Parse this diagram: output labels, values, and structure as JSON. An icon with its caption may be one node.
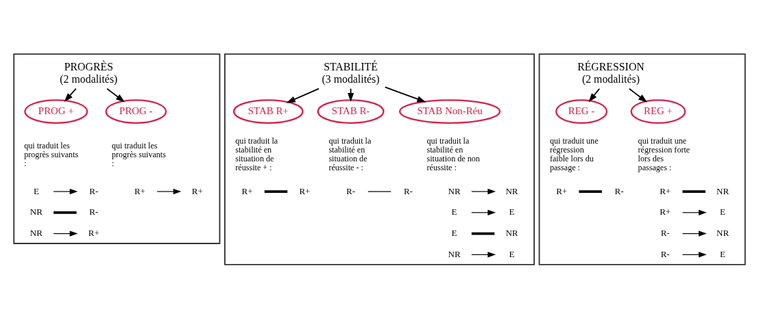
{
  "diagram": {
    "nodes": [
      {
        "text": [],
        "shape": "box"
      },
      {
        "text": [
          "PROGRÈS",
          "(2 modalités)"
        ],
        "in": 0
      },
      {
        "text": [
          "PROG +"
        ],
        "in": 0,
        "beside": [
          "qui traduit les progrès suivants :"
        ]
      },
      {
        "text": [
          "E"
        ],
        "in": 0
      },
      {
        "text": [
          "R-"
        ],
        "in": 0
      },
      {
        "text": [
          "NR"
        ],
        "in": 0
      },
      {
        "text": [
          "R-"
        ],
        "in": 0
      },
      {
        "text": [
          "NR"
        ],
        "in": 0
      },
      {
        "text": [
          "R+"
        ],
        "in": 0
      },
      {
        "text": [
          "PROG -"
        ],
        "in": 0,
        "beside": [
          "qui traduit les progrès suivants :"
        ]
      },
      {
        "text": [
          "R+"
        ],
        "in": 0
      },
      {
        "text": [
          "R+"
        ],
        "in": 0
      },
      {
        "text": [],
        "shape": "box"
      },
      {
        "text": [
          "STABILITÉ",
          "(3 modalités)"
        ],
        "in": 12
      },
      {
        "text": [
          "STAB R+"
        ],
        "in": 12,
        "beside": [
          "qui traduit la stabilité en situation de réussite + :"
        ]
      },
      {
        "text": [
          "R+"
        ],
        "in": 12
      },
      {
        "text": [
          "R+"
        ],
        "in": 12
      },
      {
        "text": [
          "STAB R-"
        ],
        "in": 12,
        "beside": [
          "qui traduit la stabilité en situation de réussite - :"
        ]
      },
      {
        "text": [
          "R-"
        ],
        "in": 12
      },
      {
        "text": [
          "R-"
        ],
        "in": 12
      },
      {
        "text": [
          "STAB Non-Réu"
        ],
        "in": 12,
        "beside": [
          "qui traduit la stabilité en situation de non réussite :"
        ]
      },
      {
        "text": [
          "NR"
        ],
        "in": 12
      },
      {
        "text": [
          "NR"
        ],
        "in": 12
      },
      {
        "text": [
          "E"
        ],
        "in": 12
      },
      {
        "text": [
          "E"
        ],
        "in": 12
      },
      {
        "text": [
          "E"
        ],
        "in": 12
      },
      {
        "text": [
          "NR"
        ],
        "in": 12
      },
      {
        "text": [
          "NR"
        ],
        "in": 12
      },
      {
        "text": [
          "E"
        ],
        "in": 12
      },
      {
        "text": [],
        "shape": "box"
      },
      {
        "text": [
          "RÉGRESSION",
          "(2 modalités)"
        ],
        "in": 29
      },
      {
        "text": [
          "REG -"
        ],
        "in": 29,
        "beside": [
          "qui traduit une régression faible lors du passage :"
        ]
      },
      {
        "text": [
          "R+"
        ],
        "in": 29
      },
      {
        "text": [
          "R-"
        ],
        "in": 29
      },
      {
        "text": [
          "REG +"
        ],
        "in": 29,
        "beside": [
          "qui traduit une régression forte lors des passages :"
        ]
      },
      {
        "text": [
          "R+"
        ],
        "in": 29
      },
      {
        "text": [
          "NR"
        ],
        "in": 29
      },
      {
        "text": [
          "R+"
        ],
        "in": 29
      },
      {
        "text": [
          "E"
        ],
        "in": 29
      },
      {
        "text": [
          "R-"
        ],
        "in": 29
      },
      {
        "text": [
          "NR"
        ],
        "in": 29
      },
      {
        "text": [
          "R-"
        ],
        "in": 29
      },
      {
        "text": [
          "E"
        ],
        "in": 29
      }
    ],
    "edges": [
      {
        "from": 1,
        "to": 2,
        "arrow": "to"
      },
      {
        "from": 1,
        "to": 9,
        "arrow": "to"
      },
      {
        "from": 3,
        "to": 4,
        "arrow": "to"
      },
      {
        "from": 5,
        "to": 6,
        "arrow": "none",
        "style": "thick"
      },
      {
        "from": 7,
        "to": 8,
        "arrow": "to"
      },
      {
        "from": 10,
        "to": 11,
        "arrow": "to"
      },
      {
        "from": 13,
        "to": 14,
        "arrow": "to"
      },
      {
        "from": 13,
        "to": 17,
        "arrow": "to"
      },
      {
        "from": 13,
        "to": 20,
        "arrow": "to"
      },
      {
        "from": 15,
        "to": 16,
        "arrow": "none",
        "style": "thick"
      },
      {
        "from": 18,
        "to": 19,
        "arrow": "none"
      },
      {
        "from": 21,
        "to": 22,
        "arrow": "to"
      },
      {
        "from": 23,
        "to": 24,
        "arrow": "to"
      },
      {
        "from": 25,
        "to": 26,
        "arrow": "none",
        "style": "thick"
      },
      {
        "from": 27,
        "to": 28,
        "arrow": "to"
      },
      {
        "from": 30,
        "to": 31,
        "arrow": "to"
      },
      {
        "from": 30,
        "to": 34,
        "arrow": "to"
      },
      {
        "from": 32,
        "to": 33,
        "arrow": "none",
        "style": "thick"
      },
      {
        "from": 35,
        "to": 36,
        "arrow": "none",
        "style": "thick"
      },
      {
        "from": 37,
        "to": 38,
        "arrow": "to"
      },
      {
        "from": 39,
        "to": 40,
        "arrow": "to"
      },
      {
        "from": 41,
        "to": 42,
        "arrow": "to"
      }
    ]
  }
}
